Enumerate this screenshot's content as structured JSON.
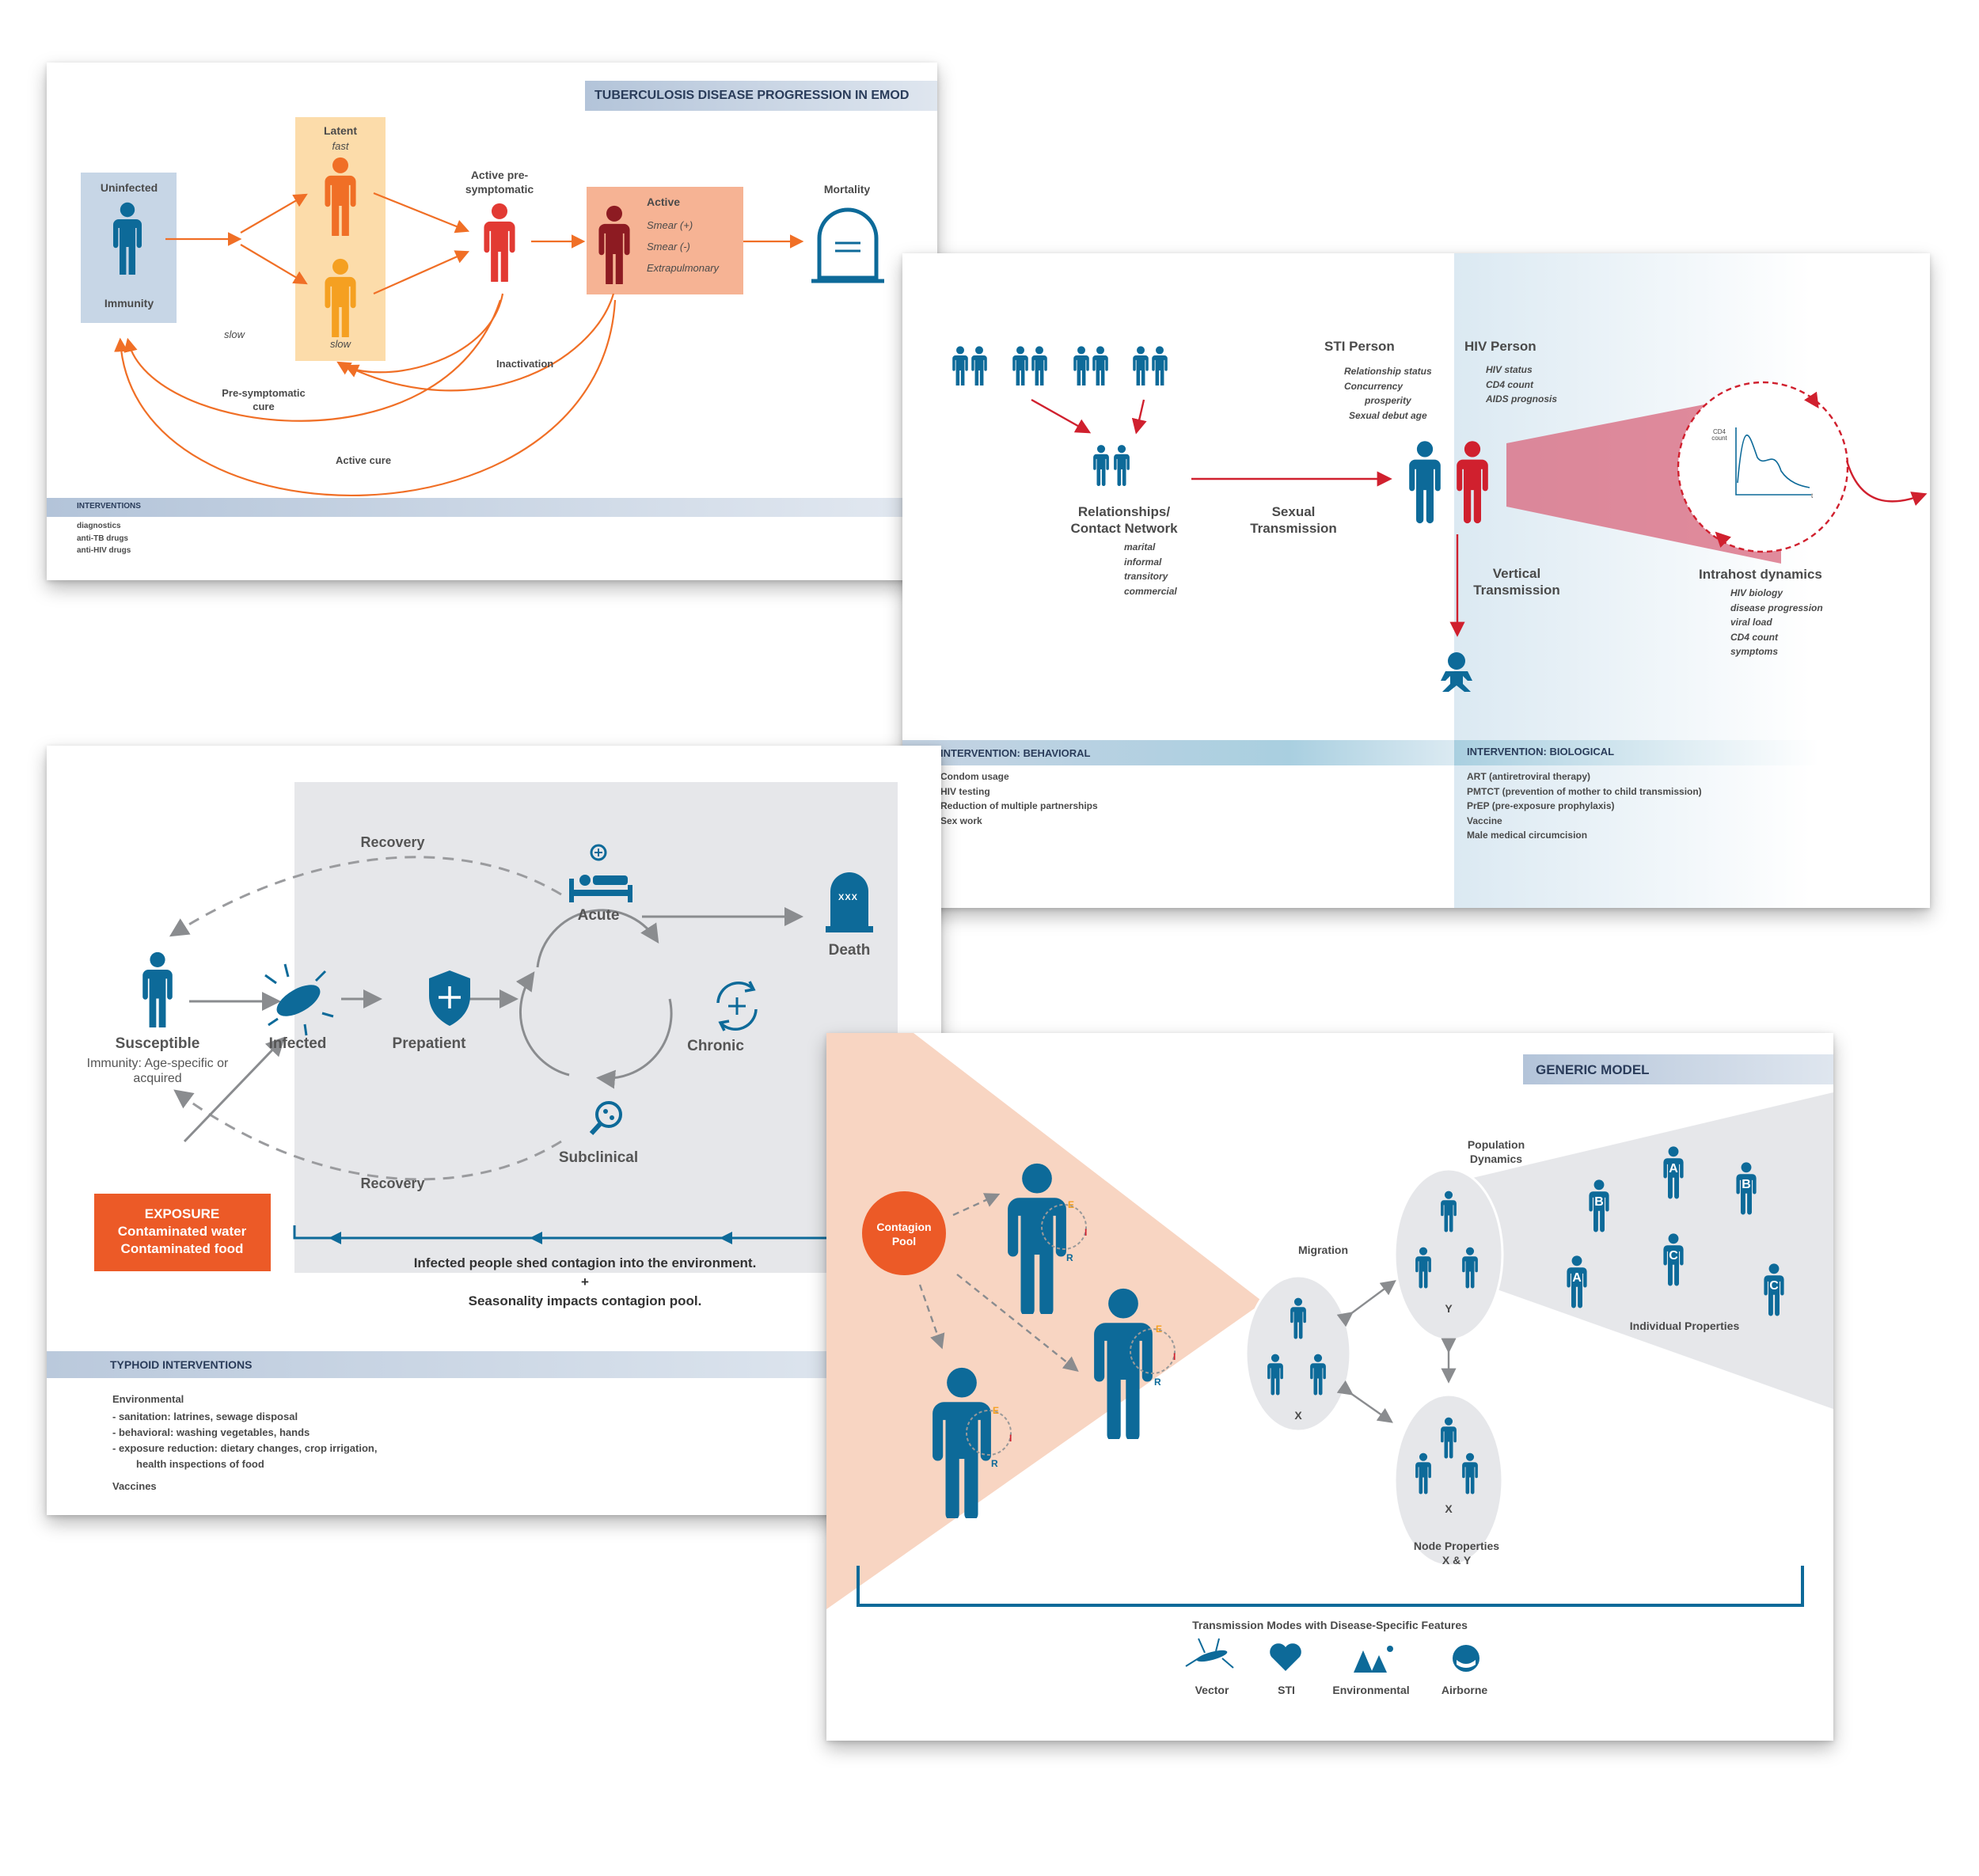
{
  "colors": {
    "blue": "#0d6a99",
    "red": "#d0202e",
    "orange": "#f06f26",
    "latent_fill": "#fcdcaa",
    "active_fill": "#f6b394",
    "unin_fill": "#c7d6e6",
    "salmon": "#f8d5c2",
    "grey": "#e6e7ea",
    "exposure": "#ec5a27"
  },
  "tb": {
    "title": "TUBERCULOSIS DISEASE PROGRESSION IN EMOD",
    "uninfected": "Uninfected",
    "immunity": "Immunity",
    "latent": "Latent",
    "fast": "fast",
    "slow_box": "slow",
    "slow": "slow",
    "active_pre": "Active pre-symptomatic",
    "active": "Active",
    "smear_pos": "Smear (+)",
    "smear_neg": "Smear (-)",
    "extrapulmonary": "Extrapulmonary",
    "mortality": "Mortality",
    "inactivation": "Inactivation",
    "pre_cure": "Pre-symptomatic cure",
    "active_cure": "Active cure",
    "interventions_title": "INTERVENTIONS",
    "interventions": [
      "diagnostics",
      "anti-TB drugs",
      "anti-HIV drugs"
    ]
  },
  "hiv": {
    "relationships": "Relationships/ Contact Network",
    "network_types": [
      "marital",
      "informal",
      "transitory",
      "commercial"
    ],
    "sexual_transmission": "Sexual Transmission",
    "sti_person": "STI Person",
    "sti_attrs": [
      "Relationship status",
      "Concurrency",
      "prosperity",
      "Sexual debut age"
    ],
    "hiv_person": "HIV Person",
    "hiv_attrs": [
      "HIV status",
      "CD4 count",
      "AIDS prognosis"
    ],
    "vertical": "Vertical Transmission",
    "intrahost": "Intrahost dynamics",
    "intrahost_items": [
      "HIV biology",
      "disease progression",
      "viral load",
      "CD4 count",
      "symptoms"
    ],
    "cd4_label": "CD4 count",
    "t_label": "t",
    "behavioral_title": "INTERVENTION: BEHAVIORAL",
    "behavioral_items": [
      "Condom usage",
      "HIV testing",
      "Reduction of multiple partnerships",
      "Sex work"
    ],
    "biological_title": "INTERVENTION: BIOLOGICAL",
    "biological_items": [
      "ART (antiretroviral therapy)",
      "PMTCT (prevention of mother to child transmission)",
      "PrEP (pre-exposure prophylaxis)",
      "Vaccine",
      "Male medical circumcision"
    ]
  },
  "typhoid": {
    "recovery_top": "Recovery",
    "acute": "Acute",
    "death": "Death",
    "death_marks": "XXX",
    "susceptible": "Susceptible",
    "immunity": "Immunity: Age-specific or acquired",
    "infected": "Infected",
    "prepatient": "Prepatient",
    "chronic": "Chronic",
    "subclinical": "Subclinical",
    "recovery_bottom": "Recovery",
    "exposure_title": "EXPOSURE",
    "exposure_water": "Contaminated water",
    "exposure_food": "Contaminated food",
    "shed": "Infected people shed contagion into the environment.",
    "plus": "+",
    "seasonality": "Seasonality impacts contagion pool.",
    "interventions_title": "TYPHOID INTERVENTIONS",
    "environmental": "Environmental",
    "items": [
      "- sanitation: latrines, sewage disposal",
      "- behavioral: washing vegetables, hands",
      "- exposure reduction: dietary changes, crop irrigation,",
      "health inspections of food"
    ],
    "vaccines": "Vaccines"
  },
  "generic": {
    "title": "GENERIC MODEL",
    "contagion_pool": "Contagion Pool",
    "seir": [
      "E",
      "I",
      "R"
    ],
    "migration": "Migration",
    "population_dynamics": "Population Dynamics",
    "node_x": "X",
    "node_y": "Y",
    "node_properties": "Node Properties",
    "x_and_y": "X & Y",
    "individual_properties": "Individual Properties",
    "property_letters": [
      "B",
      "A",
      "B",
      "C",
      "A",
      "C"
    ],
    "transmission": "Transmission Modes with Disease-Specific Features",
    "modes": [
      "Vector",
      "STI",
      "Environmental",
      "Airborne"
    ]
  }
}
